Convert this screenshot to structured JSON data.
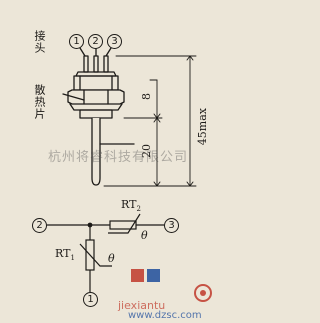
{
  "drawing": {
    "terminal_label": "接头",
    "heatsink_label": "散热片",
    "pins": [
      "1",
      "2",
      "3"
    ],
    "dim_heatsink": "8",
    "dim_probe": "20",
    "dim_total": "45max"
  },
  "schematic": {
    "terminals": {
      "left": "2",
      "right": "3",
      "bottom": "1"
    },
    "rt1": {
      "base": "RT",
      "sub": "1"
    },
    "rt2": {
      "base": "RT",
      "sub": "2"
    },
    "theta": "θ"
  },
  "watermark": {
    "center_text": "杭州将睿科技有限公司",
    "bottom_text": "jiexiantu",
    "bottom_site": "www.dzsc.com"
  },
  "colors": {
    "paper": "#ece6d8",
    "ink": "#1d1b18",
    "watermark_red": "#c0392b",
    "watermark_blue": "#1f4e9c"
  }
}
